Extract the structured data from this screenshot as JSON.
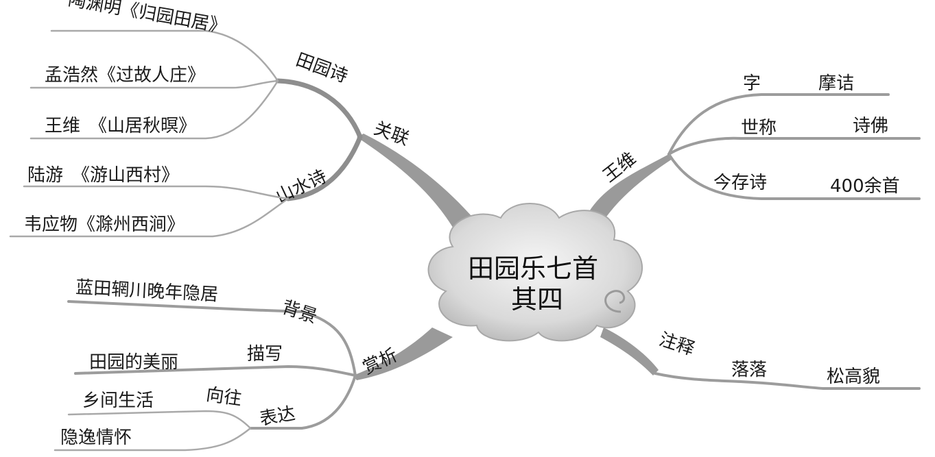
{
  "center": {
    "line1": "田园乐七首",
    "line2": "其四"
  },
  "wangwei": {
    "title": "王维",
    "items": [
      {
        "key": "字",
        "value": "摩诘"
      },
      {
        "key": "世称",
        "value": "诗佛"
      },
      {
        "key": "今存诗",
        "value": "400余首"
      }
    ]
  },
  "guanlian": {
    "title": "关联",
    "tianyuan": {
      "title": "田园诗",
      "items": [
        "陶渊明《归园田居》",
        "孟浩然《过故人庄》",
        "王维　《山居秋暝》"
      ]
    },
    "shanshui": {
      "title": "山水诗",
      "items": [
        "陆游　《游山西村》",
        "韦应物《滁州西涧》"
      ]
    }
  },
  "shangxi": {
    "title": "赏析",
    "beijing": {
      "title": "背景",
      "value": "蓝田辋川晚年隐居"
    },
    "miaoxie": {
      "title": "描写",
      "value": "田园的美丽"
    },
    "biaoda": {
      "title": "表达",
      "xiangwang": {
        "title": "向往",
        "value": "乡间生活"
      },
      "value2": "隐逸情怀"
    }
  },
  "zhushi": {
    "title": "注释",
    "term": "落落",
    "meaning": "松高貌"
  },
  "colors": {
    "line": "#a0a0a0",
    "cloud": "#d8d8d8",
    "text": "#1a1a1a"
  }
}
